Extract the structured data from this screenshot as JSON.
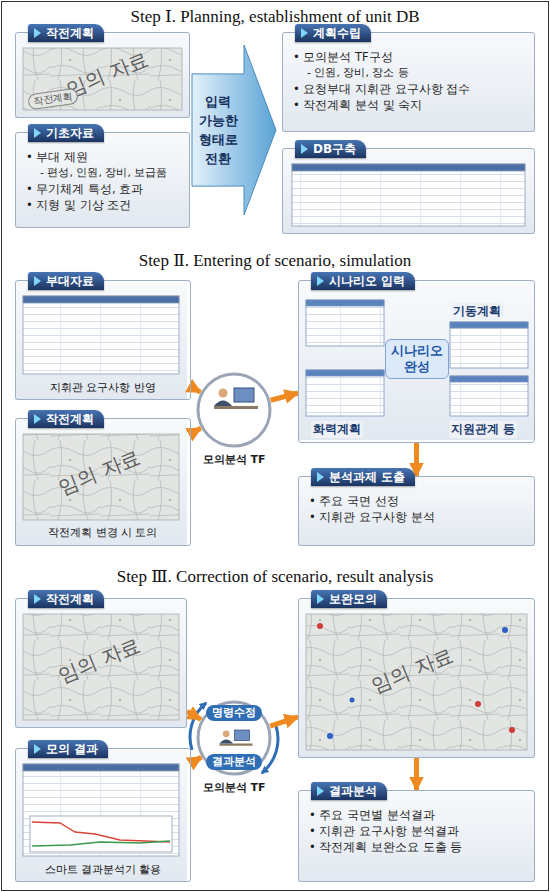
{
  "diagram": {
    "nodes": [
      {
        "text": [
          "작전계획",
          "임의 자료",
          "작전계획"
        ]
      },
      {
        "text": [
          "기초자료",
          "• 부대 제원",
          "- 편성, 인원, 장비, 보급품",
          "• 무기체계 특성, 효과",
          "• 지형 및 기상 조건"
        ]
      },
      {
        "text": [
          "입력 가능한 형태로 전환"
        ]
      },
      {
        "text": [
          "계획수립",
          "• 모의분석 TF구성",
          "- 인원, 장비, 장소 등",
          "• 요청부대 지휘관 요구사항 접수",
          "• 작전계획 분석 및 숙지"
        ]
      },
      {
        "text": [
          "DB구축"
        ]
      },
      {
        "text": [
          "부대자료",
          "지휘관 요구사항 반영"
        ]
      },
      {
        "text": [
          "작전계획",
          "임의 자료",
          "작전계획 변경 시 토의"
        ]
      },
      {
        "text": [
          "모의분석 TF"
        ]
      },
      {
        "text": [
          "시나리오 입력",
          "기동계획",
          "시나리오 완성",
          "화력계획",
          "지원관계 등"
        ]
      },
      {
        "text": [
          "분석과제 도출",
          "• 주요 국면 선정",
          "• 지휘관 요구사항 분석"
        ]
      },
      {
        "text": [
          "작전계획",
          "임의 자료"
        ]
      },
      {
        "text": [
          "모의 결과",
          "스마트 결과분석기 활용"
        ]
      },
      {
        "text": [
          "명령수정",
          "결과분석",
          "모의분석 TF"
        ]
      },
      {
        "text": [
          "보완모의",
          "임의 자료"
        ]
      },
      {
        "text": [
          "결과분석",
          "• 주요 국면별 분석결과",
          "• 지휘관 요구사항 분석결과",
          "• 작전계획 보완소요 도출 등"
        ]
      }
    ],
    "edges": [
      {
        "from": 5,
        "to": 7,
        "arrow": "to"
      },
      {
        "from": 6,
        "to": 7,
        "arrow": "to"
      },
      {
        "from": 7,
        "to": 8,
        "arrow": "to"
      },
      {
        "from": 8,
        "to": 9,
        "arrow": "to"
      },
      {
        "from": 10,
        "to": 12,
        "arrow": "to"
      },
      {
        "from": 11,
        "to": 12,
        "arrow": "to"
      },
      {
        "from": 12,
        "to": 13,
        "arrow": "to"
      },
      {
        "from": 13,
        "to": 14,
        "arrow": "to"
      }
    ],
    "labels": [
      "Step Ⅰ. Planning, establishment of unit DB",
      "Step Ⅱ. Entering of scenario, simulation",
      "Step Ⅲ. Correction of scenario, result analysis"
    ]
  }
}
